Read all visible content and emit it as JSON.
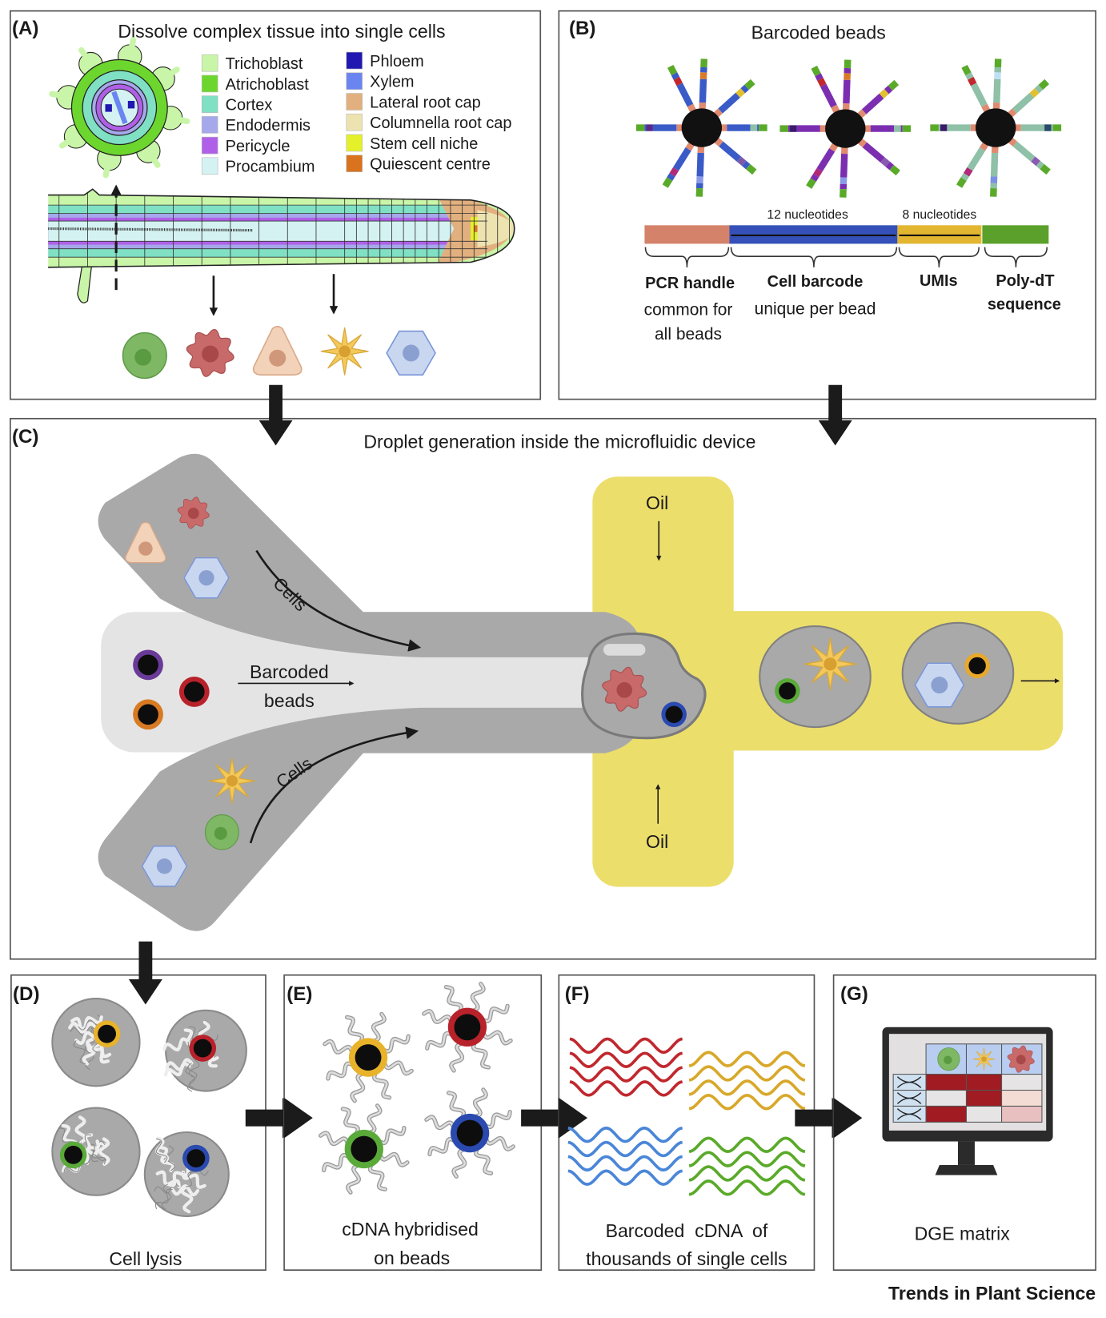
{
  "panels": {
    "a": {
      "label": "(A)",
      "title": "Dissolve complex tissue into single cells",
      "legend": [
        {
          "name": "Trichoblast",
          "color": "#c9f5a8"
        },
        {
          "name": "Atrichoblast",
          "color": "#6dd62e"
        },
        {
          "name": "Cortex",
          "color": "#7fe0c4"
        },
        {
          "name": "Endodermis",
          "color": "#a5a8ea"
        },
        {
          "name": "Pericycle",
          "color": "#b060e8"
        },
        {
          "name": "Procambium",
          "color": "#d4f2f2"
        },
        {
          "name": "Phloem",
          "color": "#2018b0"
        },
        {
          "name": "Xylem",
          "color": "#6b85f0"
        },
        {
          "name": "Lateral root cap",
          "color": "#e2b07e"
        },
        {
          "name": "Columnella root cap",
          "color": "#ece3b0"
        },
        {
          "name": "Stem cell niche",
          "color": "#e4f02a"
        },
        {
          "name": "Quiescent centre",
          "color": "#d9731e"
        }
      ]
    },
    "b": {
      "label": "(B)",
      "title": "Barcoded beads",
      "beads": [
        {
          "main": "#3a5bc7",
          "barcodes": [
            "#c0282e",
            "#d87a28",
            "#e2c02e",
            "#5a2a8a",
            "#8fc0a8",
            "#b02a78",
            "#8a9ae8",
            "#7a5aa8"
          ]
        },
        {
          "main": "#7b2fb0",
          "barcodes": [
            "#c0282e",
            "#d87a28",
            "#e2c02e",
            "#3a1a6a",
            "#8fc0a8",
            "#b02a78",
            "#8a9ae8",
            "#8a5ab0"
          ]
        },
        {
          "main": "#8fc0a8",
          "barcodes": [
            "#c0282e",
            "#bfe0f5",
            "#e2c02e",
            "#3a1a6a",
            "#2a4a6a",
            "#b02a78",
            "#7a90e0",
            "#8a5ab0"
          ]
        }
      ],
      "segment_lengths": {
        "cell_barcode": "12 nucleotides",
        "umis": "8 nucleotides"
      },
      "segments": [
        {
          "name": "PCR handle",
          "desc": [
            "common for",
            "all beads"
          ],
          "color": "#d4826a"
        },
        {
          "name": "Cell barcode",
          "desc": [
            "unique per bead"
          ],
          "color": "#3550b8"
        },
        {
          "name": "UMIs",
          "desc": [],
          "color": "#e2b630"
        },
        {
          "name": "Poly-dT",
          "name2": "sequence",
          "desc": [],
          "color": "#5aa02a"
        }
      ]
    },
    "c": {
      "label": "(C)",
      "title": "Droplet generation inside the microfluidic device",
      "cells_label": "Cells",
      "beads_label_1": "Barcoded",
      "beads_label_2": "beads",
      "oil_label": "Oil",
      "channel_color": "#a9a9a9",
      "bead_channel_color": "#e5e4e5",
      "oil_color": "#ecde6b"
    },
    "d": {
      "label": "(D)",
      "caption": "Cell lysis"
    },
    "e": {
      "label": "(E)",
      "caption_1": "cDNA hybridised",
      "caption_2": "on beads"
    },
    "f": {
      "label": "(F)",
      "caption_1": "Barcoded  cDNA  of",
      "caption_2": "thousands of single cells",
      "wave_colors": [
        "#c0282e",
        "#d8a82a",
        "#4a86d8",
        "#5aaa2a"
      ]
    },
    "g": {
      "label": "(G)",
      "caption": "DGE matrix",
      "matrix": [
        [
          "#a01c22",
          "#a01c22",
          "#e6e4e4"
        ],
        [
          "#e6e4e4",
          "#a01c22",
          "#f2dcd4"
        ],
        [
          "#a01c22",
          "#e6e4e4",
          "#e8c0c0"
        ]
      ]
    }
  },
  "cell_colors": {
    "round": "#7fb865",
    "wavy": "#c96a6a",
    "triangle": "#f2d2b8",
    "star": "#f2c95a",
    "hexagon": "#c8d6f0"
  },
  "bead_ring_colors": {
    "yellow": "#e8b22a",
    "red": "#b8222a",
    "green": "#5aaa3a",
    "blue": "#2a4ab0",
    "purple": "#6a3a98",
    "orange": "#d87a22"
  },
  "footer": "Trends in Plant Science"
}
